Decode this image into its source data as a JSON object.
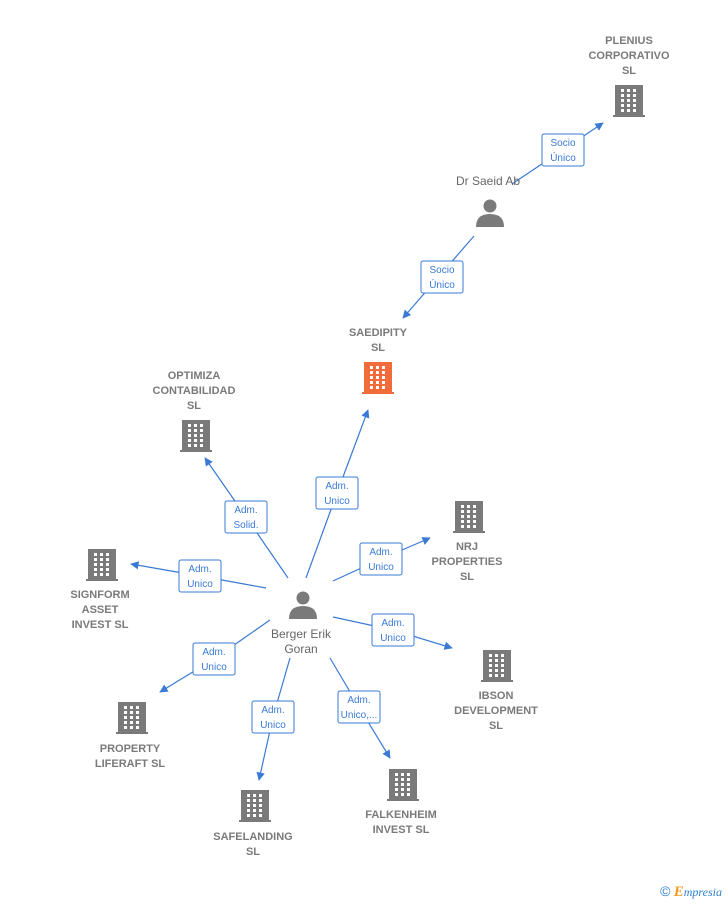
{
  "colors": {
    "edge": "#3a7ad5",
    "company": "#7a7a7a",
    "focus_company": "#f26b3a",
    "person": "#7a7a7a"
  },
  "companies": [
    {
      "id": "plenius",
      "lines": [
        "PLENIUS",
        "CORPORATIVO",
        "SL"
      ],
      "focus": false
    },
    {
      "id": "saedipity",
      "lines": [
        "SAEDIPITY",
        "SL"
      ],
      "focus": true
    },
    {
      "id": "optimiza",
      "lines": [
        "OPTIMIZA",
        "CONTABILIDAD",
        "SL"
      ],
      "focus": false
    },
    {
      "id": "nrj",
      "lines": [
        "NRJ",
        "PROPERTIES",
        "SL"
      ],
      "focus": false
    },
    {
      "id": "signform",
      "lines": [
        "SIGNFORM",
        "ASSET",
        "INVEST  SL"
      ],
      "focus": false
    },
    {
      "id": "ibson",
      "lines": [
        "IBSON",
        "DEVELOPMENT",
        "SL"
      ],
      "focus": false
    },
    {
      "id": "property",
      "lines": [
        "PROPERTY",
        "LIFERAFT  SL"
      ],
      "focus": false
    },
    {
      "id": "safelanding",
      "lines": [
        "SAFELANDING",
        "SL"
      ],
      "focus": false
    },
    {
      "id": "falkenheim",
      "lines": [
        "FALKENHEIM",
        "INVEST  SL"
      ],
      "focus": false
    }
  ],
  "people": [
    {
      "id": "saeid",
      "lines": [
        "Dr Saeid Ab"
      ]
    },
    {
      "id": "berger",
      "lines": [
        "Berger Erik",
        "Goran"
      ]
    }
  ],
  "edges": [
    {
      "id": "saeid-plenius",
      "from": "saeid",
      "to": "plenius",
      "label": [
        "Socio",
        "Único"
      ]
    },
    {
      "id": "saeid-saedipity",
      "from": "saeid",
      "to": "saedipity",
      "label": [
        "Socio",
        "Único"
      ]
    },
    {
      "id": "berger-saedipity",
      "from": "berger",
      "to": "saedipity",
      "label": [
        "Adm.",
        "Unico"
      ]
    },
    {
      "id": "berger-optimiza",
      "from": "berger",
      "to": "optimiza",
      "label": [
        "Adm.",
        "Solid."
      ]
    },
    {
      "id": "berger-nrj",
      "from": "berger",
      "to": "nrj",
      "label": [
        "Adm.",
        "Unico"
      ]
    },
    {
      "id": "berger-signform",
      "from": "berger",
      "to": "signform",
      "label": [
        "Adm.",
        "Unico"
      ]
    },
    {
      "id": "berger-ibson",
      "from": "berger",
      "to": "ibson",
      "label": [
        "Adm.",
        "Unico"
      ]
    },
    {
      "id": "berger-property",
      "from": "berger",
      "to": "property",
      "label": [
        "Adm.",
        "Unico"
      ]
    },
    {
      "id": "berger-safelanding",
      "from": "berger",
      "to": "safelanding",
      "label": [
        "Adm.",
        "Unico"
      ]
    },
    {
      "id": "berger-falkenheim",
      "from": "berger",
      "to": "falkenheim",
      "label": [
        "Adm.",
        "Unico,..."
      ]
    }
  ],
  "footer": {
    "copyright": "©",
    "brand_initial": "E",
    "brand_rest": "mpresia"
  }
}
